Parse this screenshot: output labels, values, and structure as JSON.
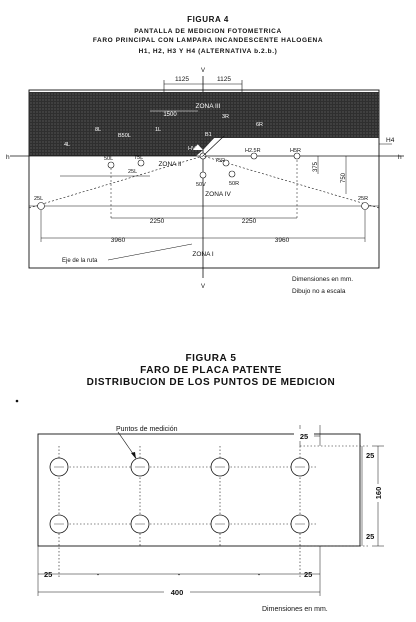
{
  "figure4": {
    "title": "FIGURA 4",
    "subtitle1": "PANTALLA DE MEDICION FOTOMETRICA",
    "subtitle2": "FARO PRINCIPAL CON LAMPARA INCANDESCENTE HALOGENA",
    "subtitle3": "H1, H2, H3 Y H4 (ALTERNATIVA b.2.b.)",
    "axis_v": "V",
    "axis_h": "h",
    "label_h4": "H4",
    "dim_1125_left": "1125",
    "dim_1125_right": "1125",
    "dim_1500": "1500",
    "dim_375": "375",
    "dim_750": "750",
    "dim_2250_left": "2250",
    "dim_2250_right": "2250",
    "dim_3960_left": "3960",
    "dim_3960_right": "3960",
    "zone_3": "ZONA III",
    "zone_2": "ZONA II",
    "zone_4": "ZONA IV",
    "zone_1": "ZONA I",
    "points": {
      "b50l": "B50L",
      "hv": "HV",
      "b1": "B1",
      "r8l": "8L",
      "r4l": "4L",
      "r1l": "1L",
      "r3r": "3R",
      "r6r": "6R",
      "p75l": "75L",
      "p50l": "50L",
      "p25l_small": "25L",
      "p75r": "75R",
      "p50v": "50V",
      "p50r": "50R",
      "h25r": "H2.5R",
      "h5r": "H5R",
      "p25l": "25L",
      "p25r": "25R"
    },
    "road_axis": "Eje de la ruta",
    "units": "Dimensiones en mm.",
    "scale_note": "Dibujo no a escala"
  },
  "figure5": {
    "title": "FIGURA 5",
    "subtitle1": "FARO DE PLACA PATENTE",
    "subtitle2": "DISTRIBUCION DE LOS PUNTOS DE MEDICION",
    "points_label": "Puntos de medición",
    "dim_25_top": "25",
    "dim_25_right_top": "25",
    "dim_25_right_bottom": "25",
    "dim_160": "160",
    "dim_25_bottom_left": "25",
    "dim_25_bottom_right": "25",
    "dim_400": "400",
    "dash_marks": [
      "-",
      "-",
      "-"
    ],
    "units": "Dimensiones en mm."
  },
  "colors": {
    "ink": "#111111",
    "shade": "#3a3a3a",
    "paper": "#ffffff"
  }
}
